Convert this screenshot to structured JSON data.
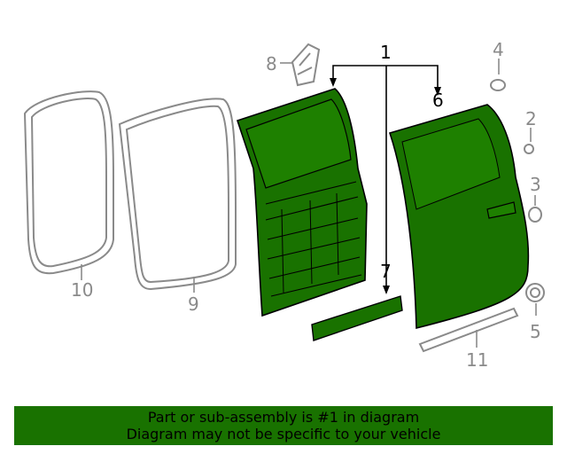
{
  "callouts": {
    "c1": "1",
    "c2": "2",
    "c3": "3",
    "c4": "4",
    "c5": "5",
    "c6": "6",
    "c7": "7",
    "c8": "8",
    "c9": "9",
    "c10": "10",
    "c11": "11"
  },
  "footer": {
    "line1": "Part or sub-assembly is #1 in diagram",
    "line2": "Diagram may not be specific to your vehicle"
  },
  "colors": {
    "highlight_green": "#197200",
    "grey_part": "#8a8a8a"
  }
}
